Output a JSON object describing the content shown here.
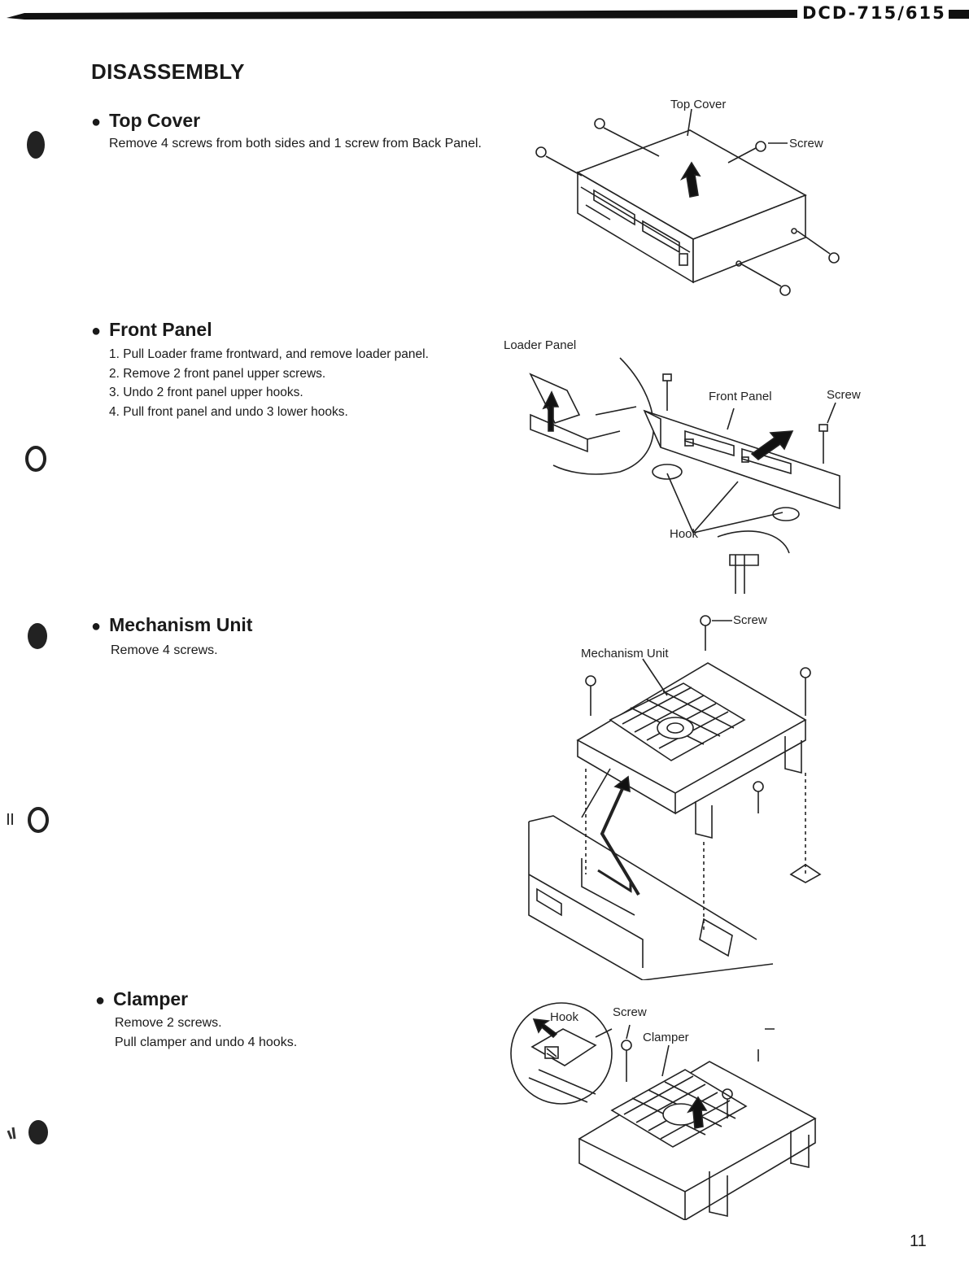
{
  "header": {
    "model": "DCD-715/615"
  },
  "page_title": "DISASSEMBLY",
  "sections": {
    "top_cover": {
      "title": "Top Cover",
      "text": "Remove 4 screws from both sides and 1 screw from Back Panel.",
      "figure_labels": {
        "top_cover": "Top Cover",
        "screw": "Screw"
      }
    },
    "front_panel": {
      "title": "Front Panel",
      "steps": [
        "1. Pull Loader frame frontward, and remove loader panel.",
        "2. Remove 2 front panel upper screws.",
        "3. Undo 2 front panel upper hooks.",
        "4. Pull front panel and undo 3 lower hooks."
      ],
      "figure_labels": {
        "loader_panel": "Loader Panel",
        "front_panel": "Front Panel",
        "screw": "Screw",
        "hook": "Hook"
      }
    },
    "mechanism_unit": {
      "title": "Mechanism Unit",
      "text": "Remove 4 screws.",
      "figure_labels": {
        "screw": "Screw",
        "mechanism_unit": "Mechanism Unit"
      }
    },
    "clamper": {
      "title": "Clamper",
      "text_line1": "Remove 2 screws.",
      "text_line2": "Pull clamper and undo 4 hooks.",
      "figure_labels": {
        "hook": "Hook",
        "screw": "Screw",
        "clamper": "Clamper"
      }
    }
  },
  "page_number": "11"
}
